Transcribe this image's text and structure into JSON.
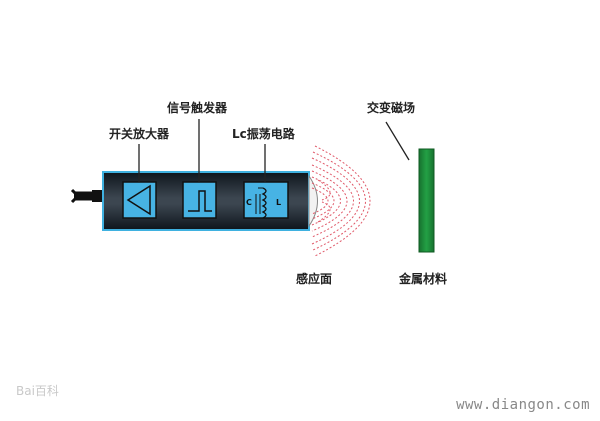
{
  "labels": {
    "amplifier": "开关放大器",
    "trigger": "信号触发器",
    "oscillator": "Lc振荡电路",
    "field": "交变磁场",
    "sensing_face": "感应面",
    "metal": "金属材料"
  },
  "component_marks": {
    "c": "C",
    "l": "L"
  },
  "watermarks": {
    "left": "Bai百科",
    "right": "www.diangon.com"
  },
  "colors": {
    "sensor_body": "#1f2a35",
    "sensor_border": "#3fb1e0",
    "component_box": "#47b3e4",
    "metal_plate": "#1f8a3a",
    "field_lines": "#e05a6a"
  }
}
